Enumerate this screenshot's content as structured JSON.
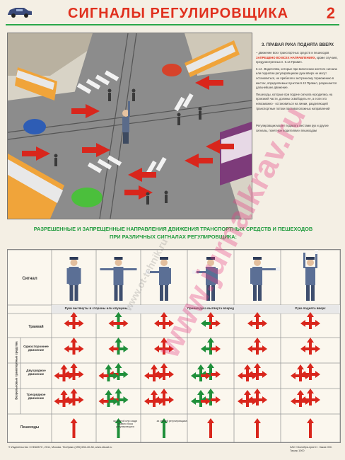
{
  "header": {
    "title": "СИГНАЛЫ РЕГУЛИРОВЩИКА",
    "sheet_number": "2"
  },
  "panel": {
    "heading": "3. ПРАВАЯ РУКА ПОДНЯТА ВВЕРХ",
    "para1_pre": "– движение всех транспортных средств и пешеходов ",
    "para1_red": "ЗАПРЕЩЕНО ВО ВСЕХ НАПРАВЛЕНИЯХ,",
    "para1_post": " кроме случаев, предусмотренных п. 6.14 Правил.",
    "para2": "6.14 . Водителям, которые при включении желтого сигнала или поднятии регулировщиком руки вверх не могут остановиться, не прибегая к экстренному торможению в местах, определяемых пунктом 6.13 Правил, разрешается дальнейшее движение.",
    "para3": "Пешеходы, которые при подаче сигнала находились на проезжей части, должны освободить ее, а если это невозможно - остановиться на линии, разделяющей транспортные потоки противоположных направлений",
    "para4": "Регулировщик может подавать жестами рук и другие сигналы, понятные водителям и пешеходам"
  },
  "table_heading": {
    "line1": "РАЗРЕШЕННЫЕ И ЗАПРЕЩЕННЫЕ НАПРАВЛЕНИЯ ДВИЖЕНИЯ ТРАНСПОРТНЫХ СРЕДСТВ И ПЕШЕХОДОВ",
    "line2": "ПРИ РАЗЛИЧНЫХ СИГНАЛАХ РЕГУЛИРОВЩИКА:"
  },
  "table": {
    "signal_label": "Сигнал",
    "group_headers": [
      "Руки вытянуты в стороны или опущены",
      "Правая рука вытянута вперед",
      "Рука поднята вверх"
    ],
    "row_labels": [
      "Трамвай",
      "Одностороннее движение",
      "Двухрядное движение",
      "Трехрядное движение",
      "Пешеходы"
    ],
    "side_label": "Безрельсовые транспортные средства",
    "ped_notes": [
      "за спиной или сзади правого бока регулировщика",
      "за спиной регулировщика"
    ]
  },
  "colors": {
    "allowed": "#1f8f3a",
    "forbidden": "#d9261c",
    "accent": "#e0301e",
    "heading_green": "#1e9a3c"
  },
  "footer": {
    "left": "© Издательство «СФАКЕЛ», 2011, Москва. Тел/факс (495) 636-40-38, www.stsuat.ru",
    "right": "ЗАО «Колибри-принт». Заказ 000. Тираж 1000"
  },
  "watermarks": [
    "www.jurnalkrav.ru",
    "www.ot-tehnik.ru"
  ]
}
